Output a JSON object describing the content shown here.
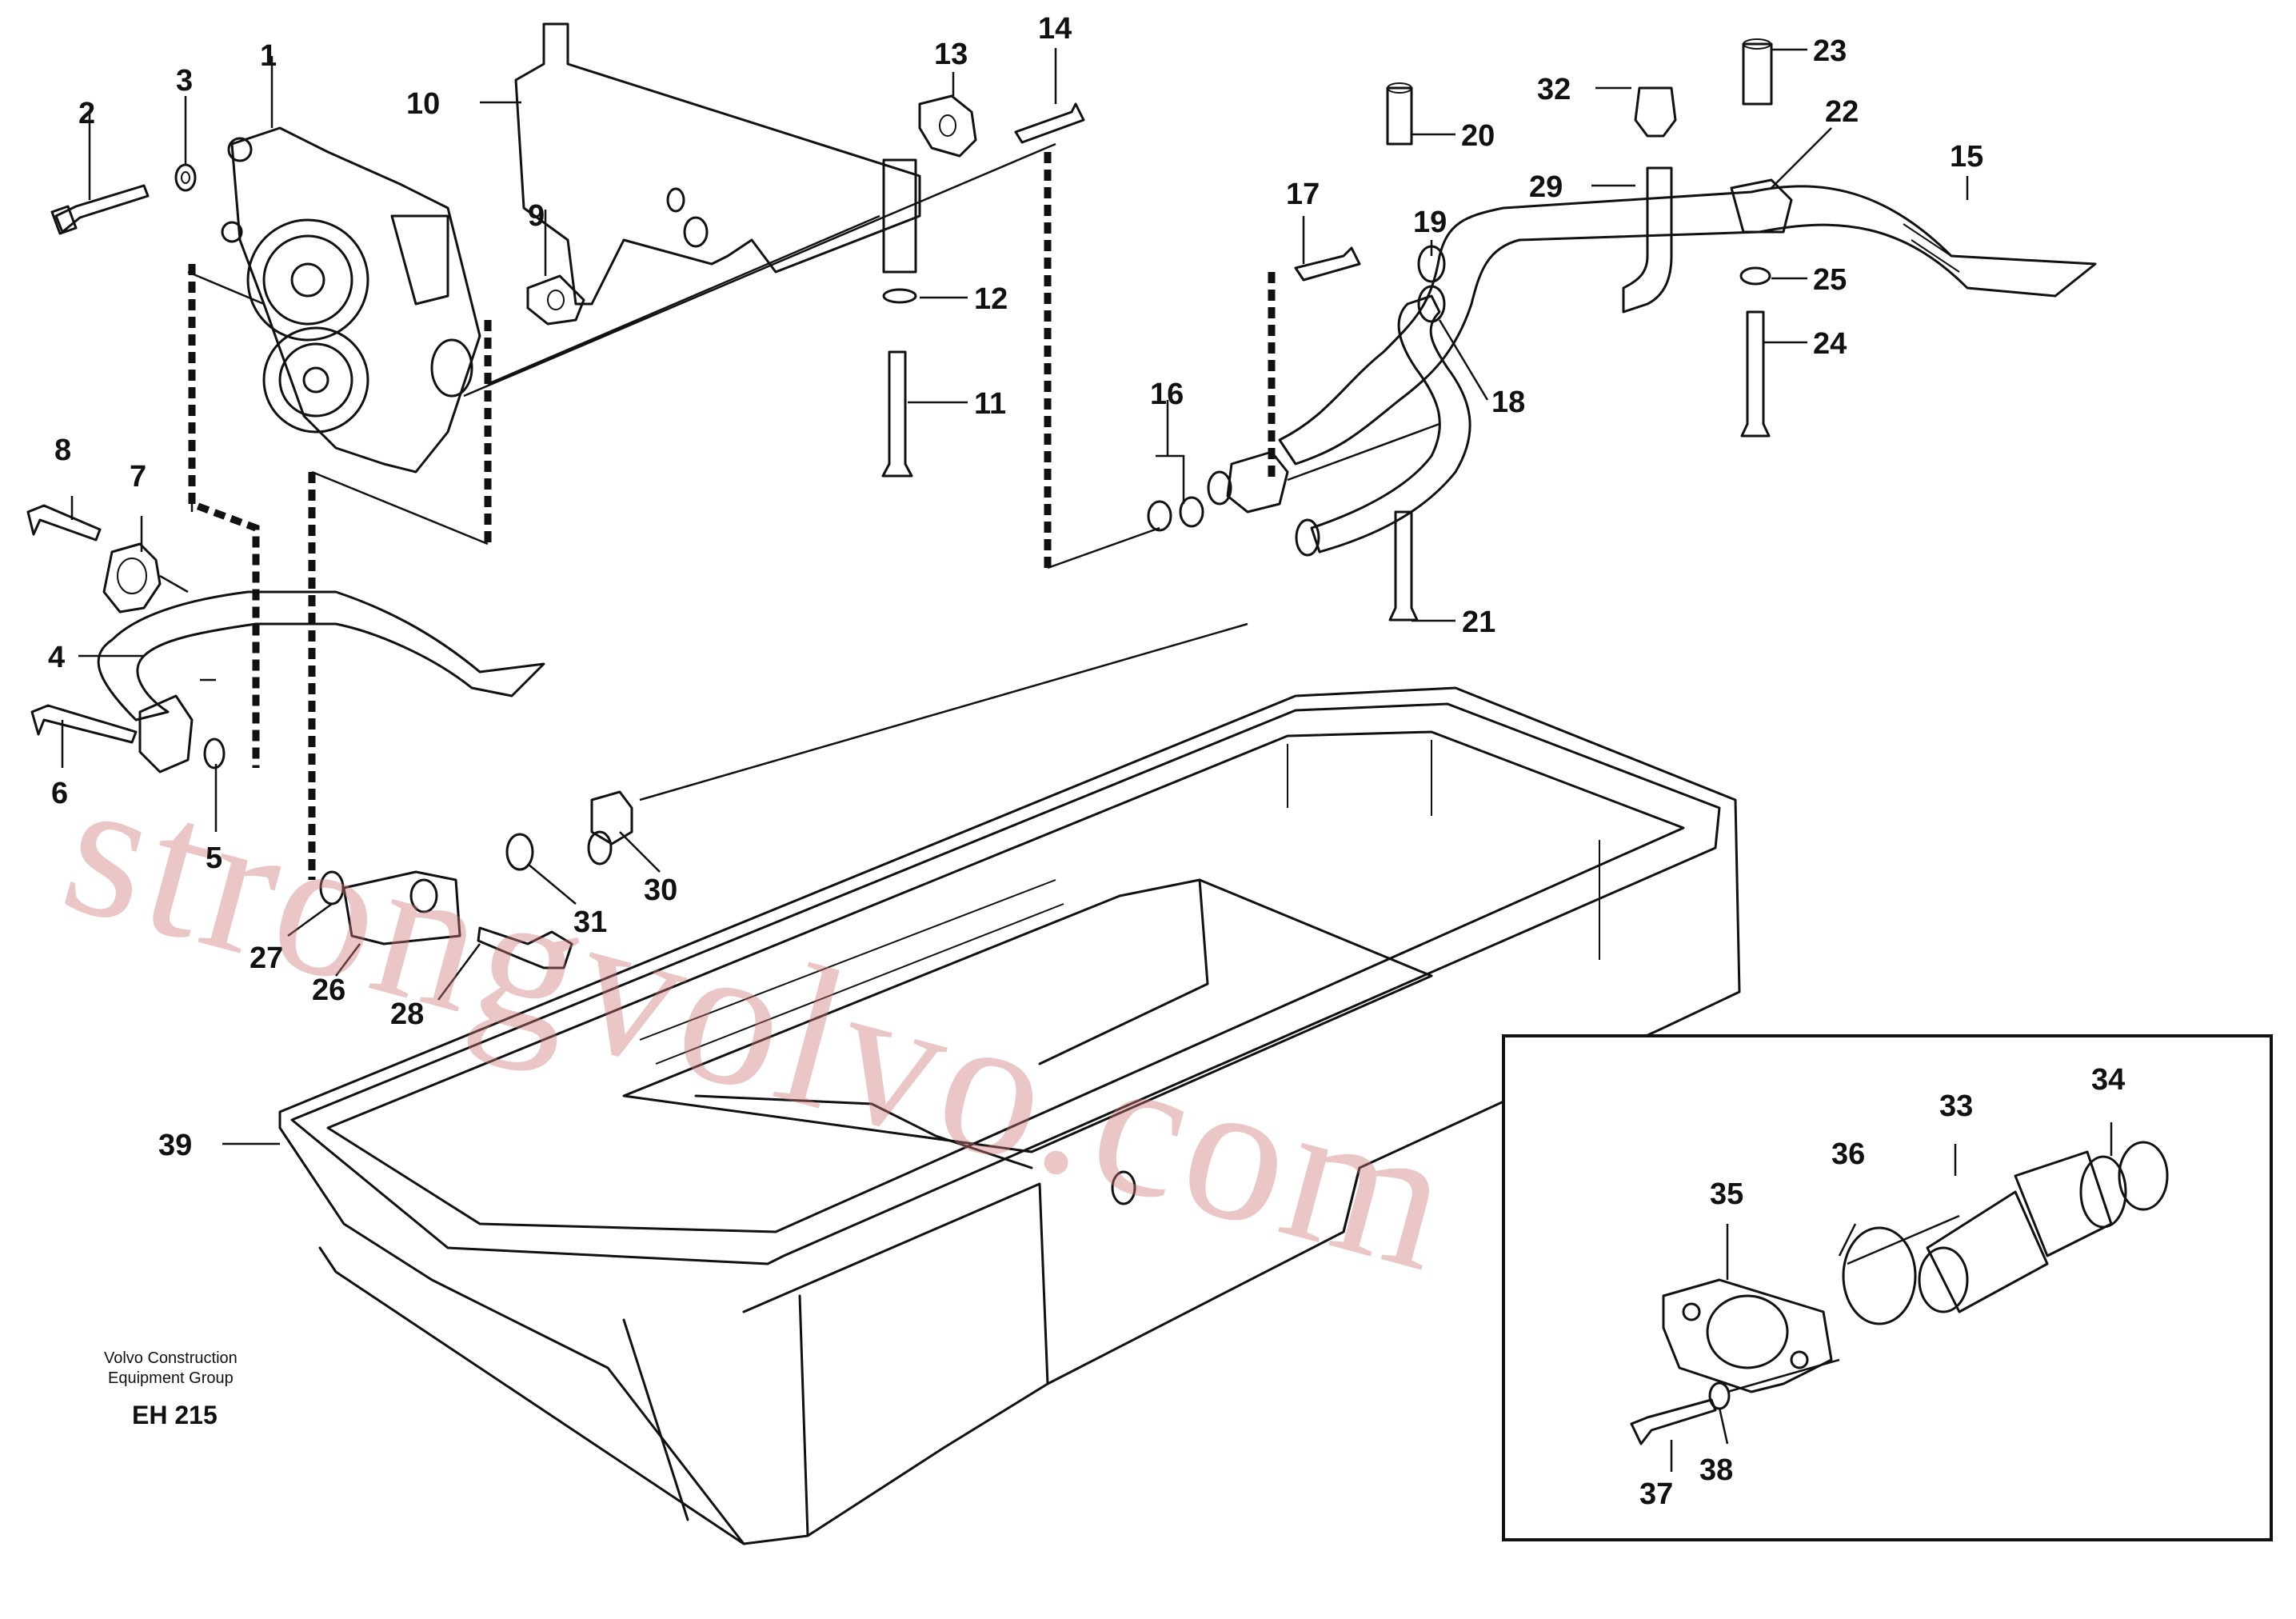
{
  "diagram": {
    "watermark": "strongvolvo.com",
    "credit_line_1": "Volvo Construction",
    "credit_line_2": "Equipment Group",
    "drawing_code": "EH 215",
    "callouts": [
      "1",
      "2",
      "3",
      "4",
      "5",
      "6",
      "7",
      "8",
      "9",
      "10",
      "11",
      "12",
      "13",
      "14",
      "15",
      "16",
      "17",
      "18",
      "19",
      "20",
      "21",
      "22",
      "23",
      "24",
      "25",
      "26",
      "27",
      "28",
      "29",
      "30",
      "31",
      "32",
      "33",
      "34",
      "35",
      "36",
      "37",
      "38",
      "39"
    ]
  }
}
